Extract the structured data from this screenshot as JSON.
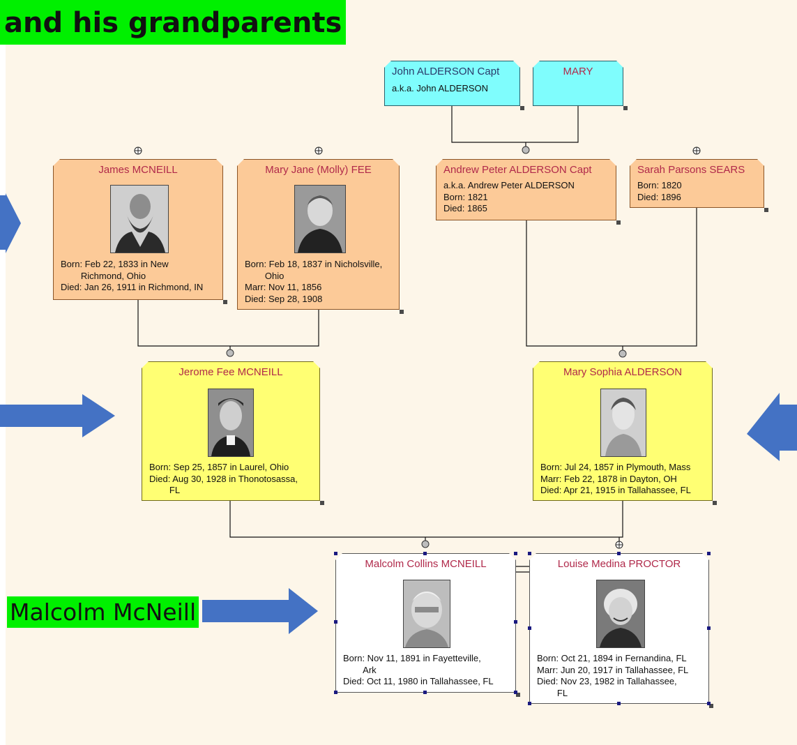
{
  "banner_text": "and his grandparents",
  "arrow_label": "Malcolm McNeill",
  "people": {
    "john": {
      "name": "John ALDERSON Capt",
      "info": "a.k.a. John ALDERSON"
    },
    "mary": {
      "name": "MARY"
    },
    "james": {
      "name": "James MCNEILL",
      "info": "Born: Feb 22, 1833 in New\n        Richmond, Ohio\nDied: Jan 26, 1911 in Richmond, IN"
    },
    "maryjane": {
      "name": "Mary Jane (Molly) FEE",
      "info": "Born: Feb 18, 1837 in Nicholsville,\n        Ohio\nMarr: Nov 11, 1856\nDied: Sep 28, 1908"
    },
    "andrew": {
      "name": "Andrew Peter ALDERSON Capt",
      "info": "a.k.a. Andrew Peter ALDERSON\nBorn: 1821\nDied: 1865"
    },
    "sarah": {
      "name": "Sarah Parsons SEARS",
      "info": "Born: 1820\nDied: 1896"
    },
    "jerome": {
      "name": "Jerome Fee MCNEILL",
      "info": "Born: Sep 25, 1857 in Laurel, Ohio\nDied: Aug 30, 1928 in Thonotosassa,\n        FL"
    },
    "marysophia": {
      "name": "Mary Sophia ALDERSON",
      "info": "Born: Jul 24, 1857 in Plymouth, Mass\nMarr: Feb 22, 1878 in Dayton, OH\nDied: Apr 21, 1915 in Tallahassee, FL"
    },
    "malcolm": {
      "name": "Malcolm Collins MCNEILL",
      "info": "Born: Nov 11, 1891 in Fayetteville,\n        Ark\nDied: Oct 11, 1980 in Tallahassee, FL"
    },
    "louise": {
      "name": "Louise Medina PROCTOR",
      "info": "Born: Oct 21, 1894 in Fernandina, FL\nMarr: Jun 20, 1917 in Tallahassee, FL\nDied: Nov 23, 1982 in Tallahassee,\n        FL"
    }
  },
  "colors": {
    "banner": "#00f000",
    "arrow": "#4472c4",
    "name_text": "#b0294a",
    "cyan_box": "#7ffdfd",
    "orange_box": "#fcca98",
    "yellow_box": "#ffff73",
    "white_box": "#ffffff"
  },
  "icons": {
    "expand": "crosshair-circle-icon",
    "collapsed": "grey-dot-icon"
  }
}
